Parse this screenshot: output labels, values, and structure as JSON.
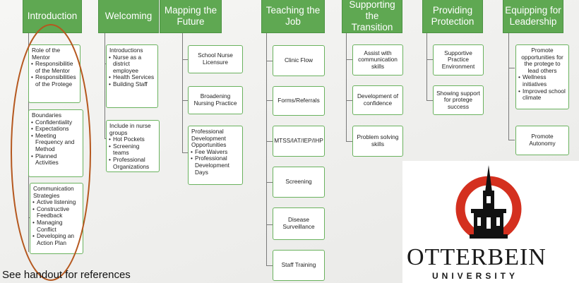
{
  "columns": [
    {
      "header": "Introduction",
      "boxes": [
        {
          "title": "Role of the Mentor",
          "bullets": [
            "Responsibilitie of the Mentor",
            "Responsibilities of the Protege"
          ]
        },
        {
          "title": "Boundaries",
          "bullets": [
            "Confidentiality",
            "Expectations",
            "Meeting Frequency and Method",
            "Planned Activities"
          ]
        },
        {
          "title": "Communication Strategies",
          "bullets": [
            "Active listening",
            "Constructive Feedback",
            "Managing Conflict",
            "Developing an Action Plan"
          ]
        }
      ]
    },
    {
      "header": "Welcoming",
      "boxes": [
        {
          "title": "Introductions",
          "bullets": [
            "Nurse as a district employee",
            "Health Services",
            "Building Staff"
          ]
        },
        {
          "title": "Include in nurse groups",
          "bullets": [
            "Hot Pockets",
            "Screening teams",
            "Professional Organizations"
          ]
        }
      ]
    },
    {
      "header": "Mapping the Future",
      "boxes": [
        {
          "title": "School Nurse Licensure",
          "bullets": []
        },
        {
          "title": "Broadening Nursing Practice",
          "bullets": []
        },
        {
          "title": "Professional Development Opportunities",
          "bullets": [
            "Fee Waivers",
            "Professional Development Days"
          ]
        }
      ]
    },
    {
      "header": "Teaching the Job",
      "boxes": [
        {
          "title": "Clinic Flow",
          "bullets": []
        },
        {
          "title": "Forms/Referrals",
          "bullets": []
        },
        {
          "title": "MTSS/IAT/IEP/IHP",
          "bullets": []
        },
        {
          "title": "Screening",
          "bullets": []
        },
        {
          "title": "Disease Surveillance",
          "bullets": []
        },
        {
          "title": "Staff Training",
          "bullets": []
        }
      ]
    },
    {
      "header": "Supporting the Transition",
      "boxes": [
        {
          "title": "Assist with communication skills",
          "bullets": []
        },
        {
          "title": "Development of confidence",
          "bullets": []
        },
        {
          "title": "Problem solving skills",
          "bullets": []
        }
      ]
    },
    {
      "header": "Providing Protection",
      "boxes": [
        {
          "title": "Supportive Practice Environment",
          "bullets": []
        },
        {
          "title": "Showing support for protege success",
          "bullets": []
        }
      ]
    },
    {
      "header": "Equipping for Leadership",
      "boxes": [
        {
          "title": "Promote opportunities for the protege to lead others",
          "bullets": [
            "Wellness initiatives",
            "Improved school climate"
          ]
        },
        {
          "title": "Promote Autonomy",
          "bullets": []
        }
      ]
    }
  ],
  "footer": "See handout for references",
  "logo": {
    "name": "OTTERBEIN",
    "subtitle": "UNIVERSITY"
  },
  "colors": {
    "header_fill": "#5fa852",
    "box_border": "#6ab25e",
    "highlight_ellipse": "#b5581f",
    "logo_red": "#d4301f"
  }
}
